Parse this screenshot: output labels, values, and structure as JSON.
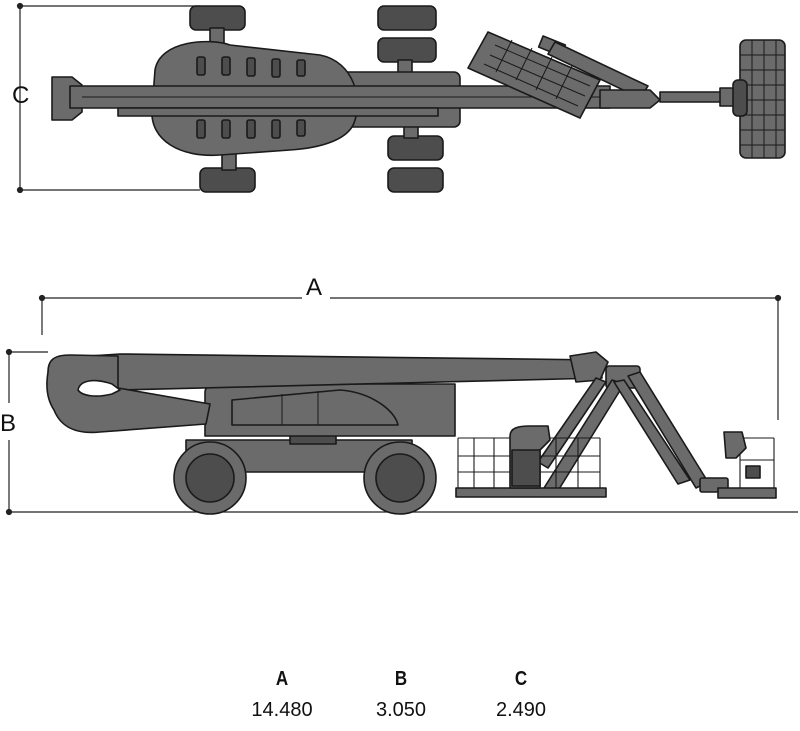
{
  "dimension_labels": {
    "a": "A",
    "b": "B",
    "c": "C"
  },
  "specs": [
    {
      "key": "A",
      "value": "14.480"
    },
    {
      "key": "B",
      "value": "3.050"
    },
    {
      "key": "C",
      "value": "2.490"
    }
  ],
  "colors": {
    "body": "#6b6b6b",
    "dark": "#4d4d4d",
    "outline": "#1a1a1a",
    "line": "#222222"
  }
}
